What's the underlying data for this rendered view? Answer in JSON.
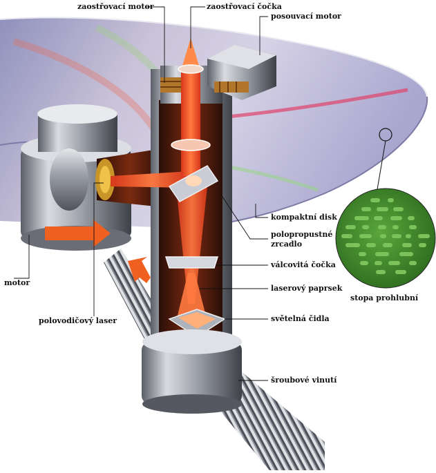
{
  "labels": {
    "focus_motor": "zaostřovací motor",
    "focus_lens": "zaostřovací čočka",
    "slide_motor": "posouvací motor",
    "compact_disc": "kompaktní disk",
    "semi_mirror_line1": "polopropustné",
    "semi_mirror_line2": "zrcadlo",
    "cylindrical_lens": "válcovitá čočka",
    "laser_beam": "laserový paprsek",
    "light_sensor": "světelná čidla",
    "screw_thread": "šroubové vinutí",
    "motor": "motor",
    "semiconductor_laser": "polovodičový laser",
    "pit_track": "stopa prohlubní"
  },
  "colors": {
    "laser": "#e8401c",
    "laser_light": "#ff8a4a",
    "disc": "#b9b6d6",
    "metal": "#9a9ea6",
    "metal_dark": "#4a4d55",
    "track_green": "#3f8f2c",
    "pit_green": "#7cc25a",
    "arrow_orange": "#f06020"
  }
}
